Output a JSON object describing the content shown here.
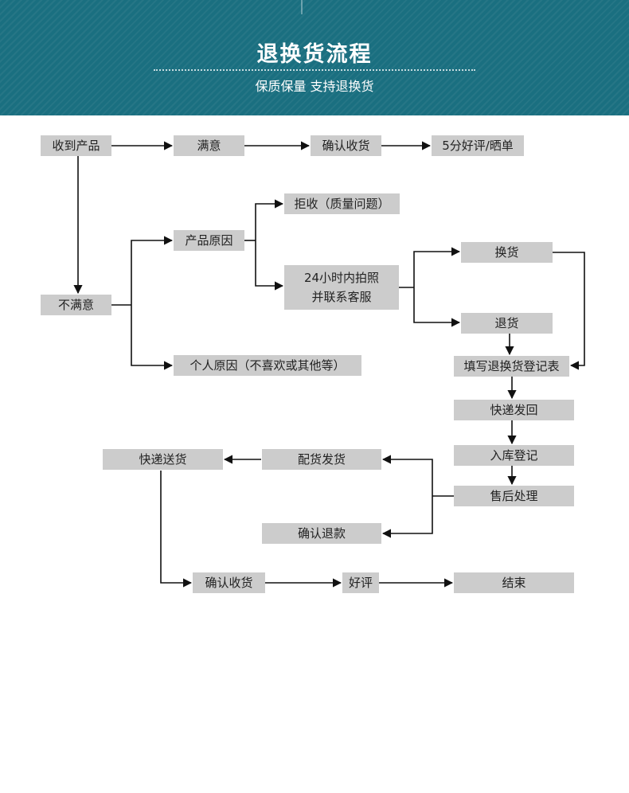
{
  "header": {
    "title": "退换货流程",
    "subtitle": "保质保量 支持退换货"
  },
  "nodes": {
    "received": "收到产品",
    "satisfied": "满意",
    "confirm_receipt_top": "确认收货",
    "five_star": "5分好评/晒单",
    "reject": "拒收（质量问题）",
    "product_reason": "产品原因",
    "photo_contact": "24小时内拍照\n并联系客服",
    "exchange": "换货",
    "return": "退货",
    "not_satisfied": "不满意",
    "personal_reason": "个人原因（不喜欢或其他等）",
    "fill_form": "填写退换货登记表",
    "ship_back": "快递发回",
    "warehouse_register": "入库登记",
    "after_sales": "售后处理",
    "courier_delivery": "快递送货",
    "prepare_ship": "配货发货",
    "confirm_refund": "确认退款",
    "confirm_receipt_bottom": "确认收货",
    "good_review": "好评",
    "end": "结束"
  },
  "colors": {
    "banner": "#1a6f80",
    "node_fill": "#cccccc",
    "line": "#111111"
  }
}
